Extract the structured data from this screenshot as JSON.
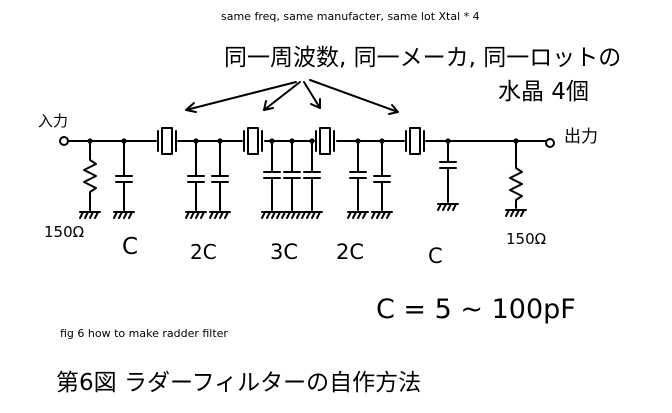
{
  "caption_top": "same freq, same manufacter, same lot      Xtal  * 4",
  "note_jp_line1": "同一周波数, 同一メーカ, 同一ロットの",
  "note_jp_line2": "水晶  4個",
  "input_label": "入力",
  "output_label": "出力",
  "resistor_left": "150Ω",
  "resistor_right": "150Ω",
  "cap_labels": [
    "C",
    "2C",
    "3C",
    "2C",
    "C"
  ],
  "cap_value": "C = 5 ~ 100pF",
  "fig_caption": "fig 6 how to make radder filter",
  "fig_title_jp": "第6図    ラダーフィルターの自作方法"
}
